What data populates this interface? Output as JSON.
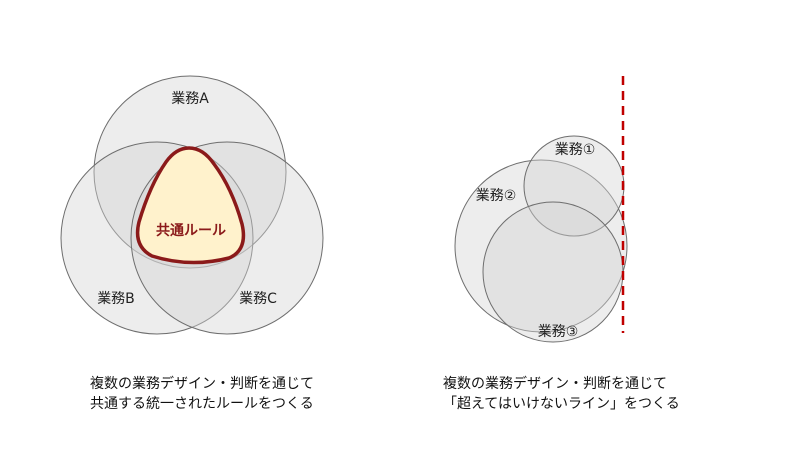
{
  "left_diagram": {
    "circle_labels": {
      "a": "業務A",
      "b": "業務B",
      "c": "業務C"
    },
    "center_label": "共通ルール",
    "caption_lines": [
      "複数の業務デザイン・判断を通じて",
      "共通する統一されたルールをつくる"
    ]
  },
  "right_diagram": {
    "circle_labels": {
      "one": "業務①",
      "two": "業務②",
      "three": "業務③"
    },
    "caption_lines": [
      "複数の業務デザイン・判断を通じて",
      "「超えてはいけないライン」をつくる"
    ]
  },
  "colors": {
    "circle_fill": "#d4d4d4",
    "circle_stroke": "#6e6e6e",
    "center_fill": "#fff2cc",
    "center_stroke": "#8b1a1a",
    "center_text": "#8b1a1a",
    "limit_line": "#c00000"
  }
}
